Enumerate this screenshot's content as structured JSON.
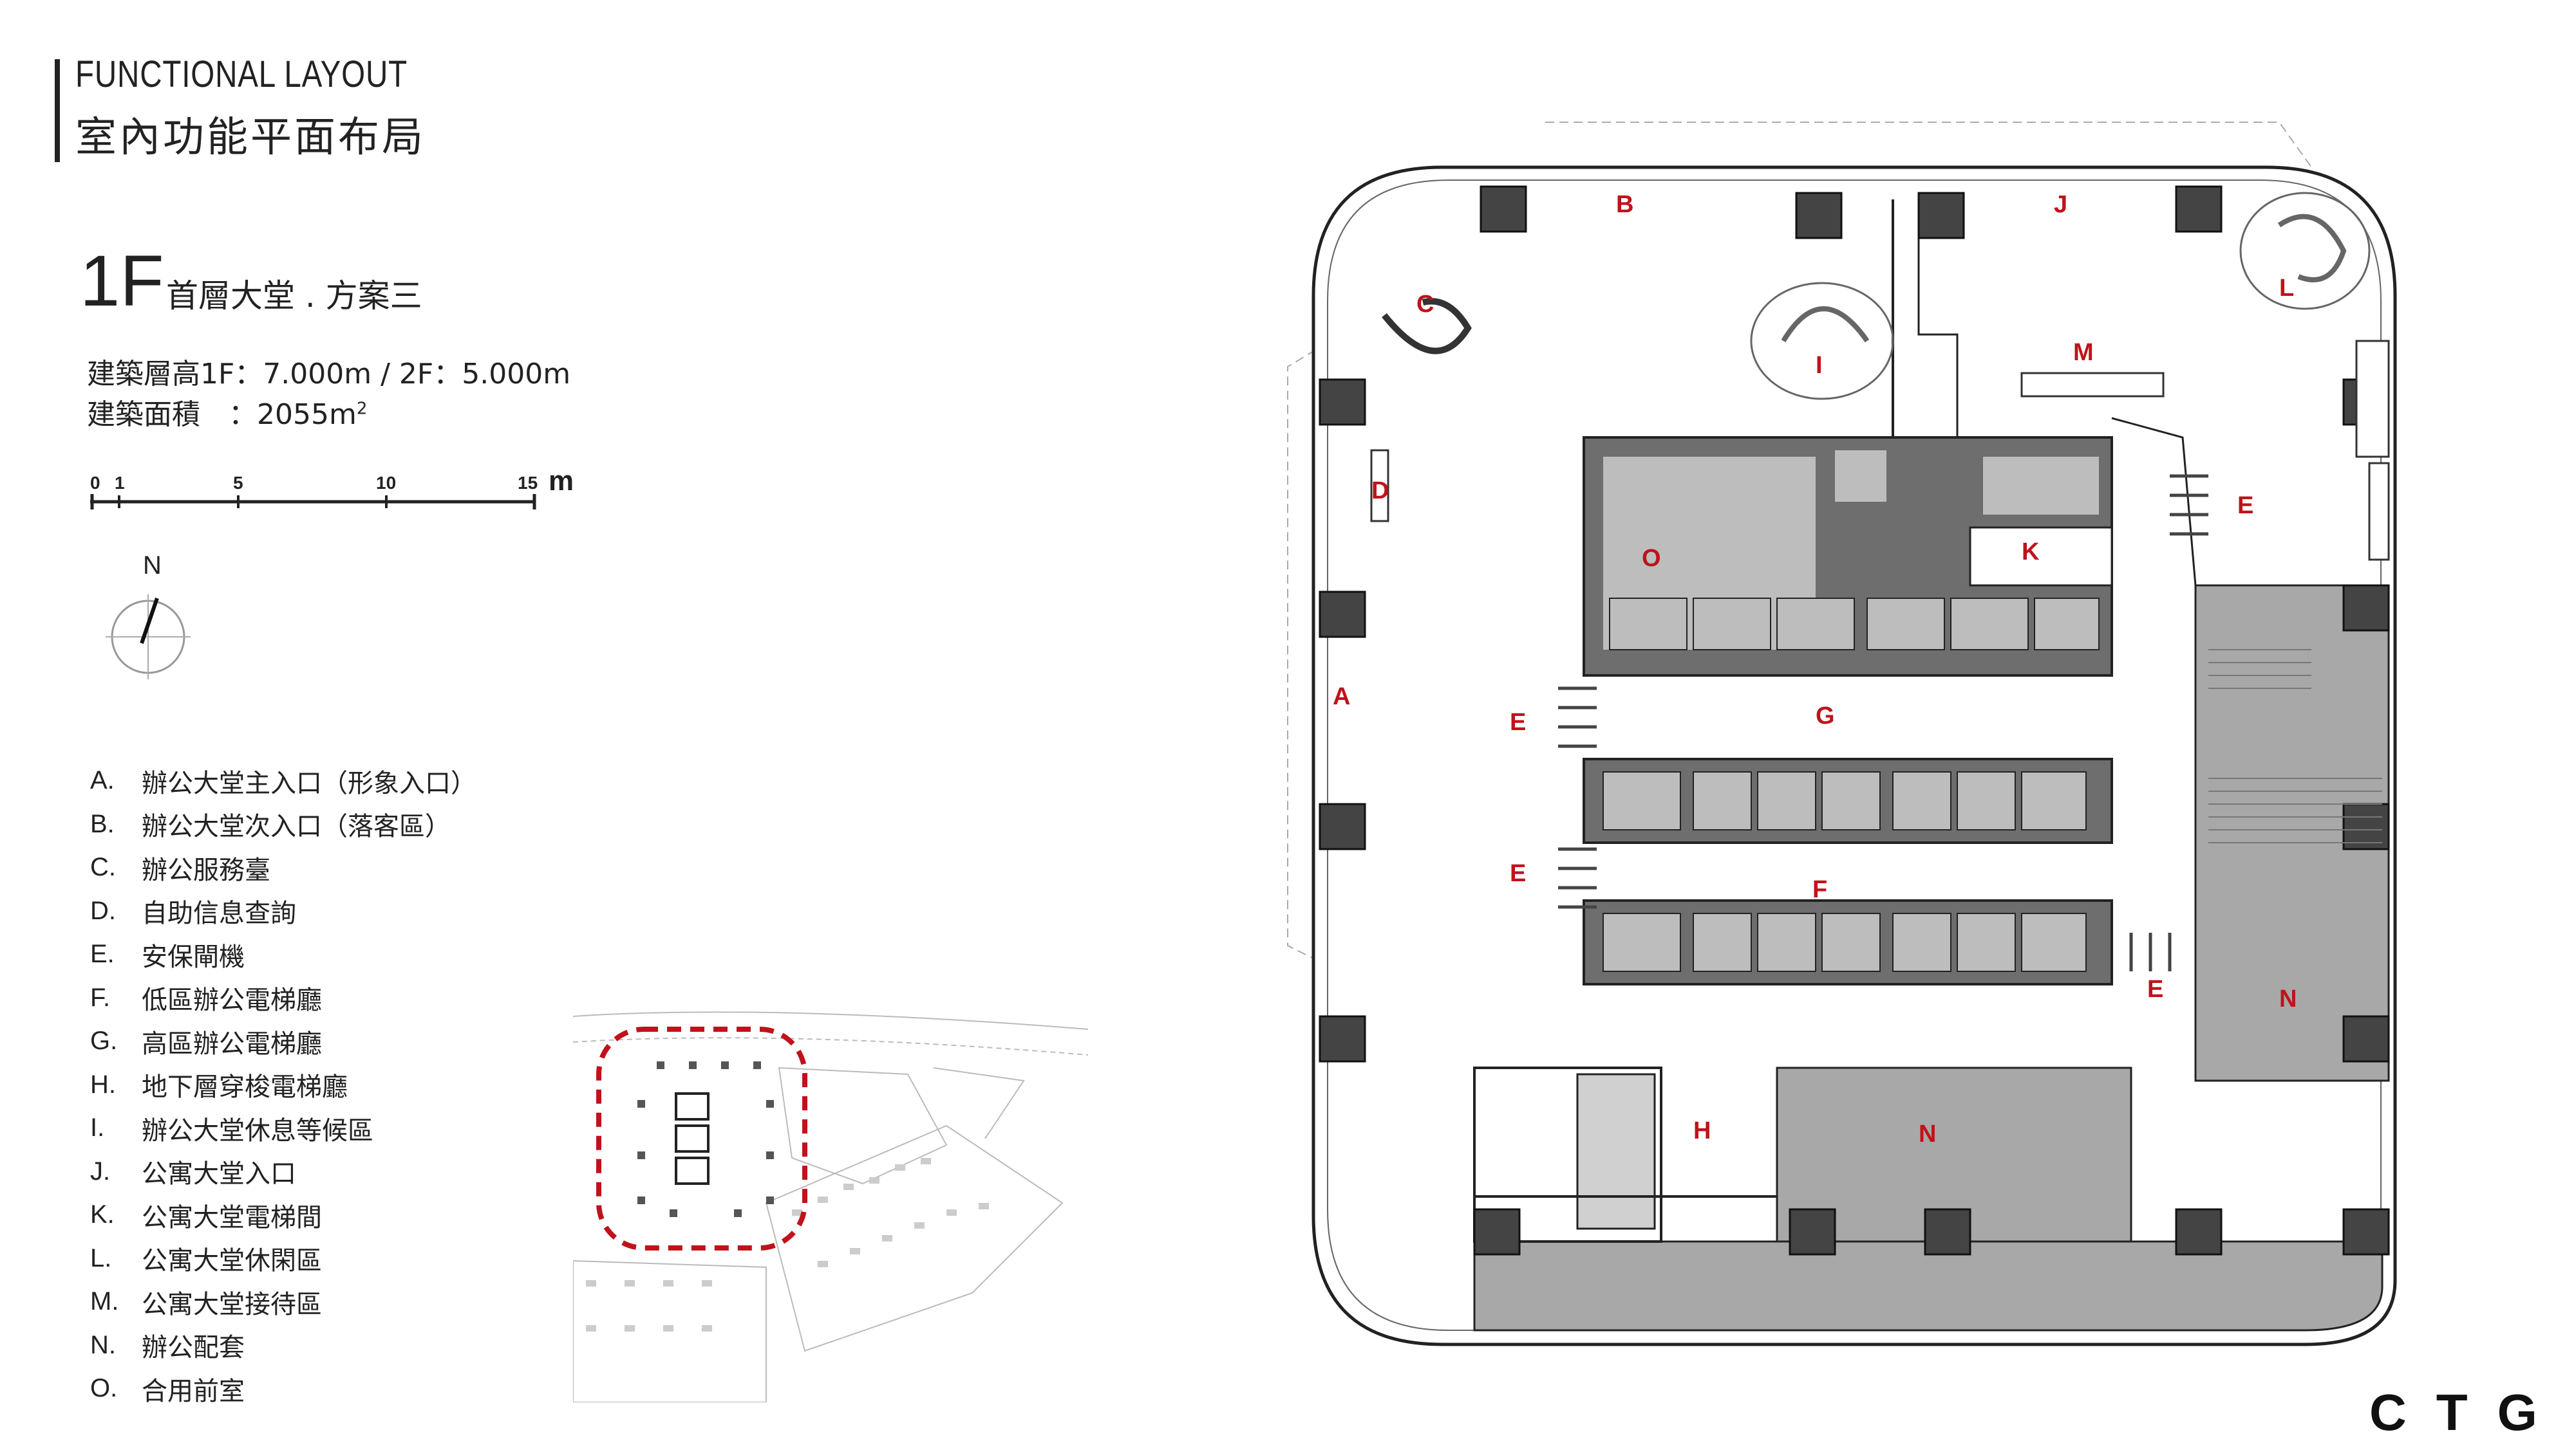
{
  "header": {
    "title_en": "FUNCTIONAL LAYOUT",
    "title_cn": "室內功能平面布局"
  },
  "floor": {
    "name": "1F",
    "subtitle": "首層大堂 . 方案三",
    "spec_height": "建築層高1F：7.000m / 2F：5.000m",
    "spec_area_label": "建築面積　：2055m",
    "spec_area_sup": "2"
  },
  "scale": {
    "ticks": [
      "0",
      "1",
      "5",
      "10",
      "15"
    ],
    "unit": "m"
  },
  "compass": {
    "label": "N"
  },
  "legend": [
    {
      "key": "A.",
      "text": "辦公大堂主入口（形象入口）"
    },
    {
      "key": "B.",
      "text": "辦公大堂次入口（落客區）"
    },
    {
      "key": "C.",
      "text": "辦公服務臺"
    },
    {
      "key": "D.",
      "text": "自助信息查詢"
    },
    {
      "key": "E.",
      "text": "安保閘機"
    },
    {
      "key": "F.",
      "text": "低區辦公電梯廳"
    },
    {
      "key": "G.",
      "text": "高區辦公電梯廳"
    },
    {
      "key": "H.",
      "text": "地下層穿梭電梯廳"
    },
    {
      "key": "I.",
      "text": "辦公大堂休息等候區"
    },
    {
      "key": "J.",
      "text": "公寓大堂入口"
    },
    {
      "key": "K.",
      "text": "公寓大堂電梯間"
    },
    {
      "key": "L.",
      "text": "公寓大堂休閑區"
    },
    {
      "key": "M.",
      "text": "公寓大堂接待區"
    },
    {
      "key": "N.",
      "text": "辦公配套"
    },
    {
      "key": "O.",
      "text": "合用前室"
    }
  ],
  "plan_labels": {
    "A": "A",
    "B": "B",
    "C": "C",
    "D": "D",
    "E": "E",
    "F": "F",
    "G": "G",
    "H": "H",
    "I": "I",
    "J": "J",
    "K": "K",
    "L": "L",
    "M": "M",
    "N": "N",
    "O": "O"
  },
  "colors": {
    "label_red": "#c0121b",
    "core_dark": "#555555",
    "core_mid": "#9a9a9a",
    "support_gray": "#a8a8a8",
    "keymap_outline": "#c0121b"
  },
  "logo": "CTG"
}
